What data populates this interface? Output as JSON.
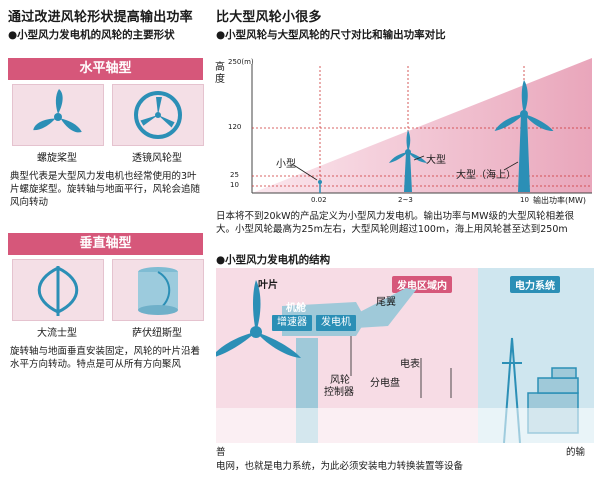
{
  "left": {
    "title": "通过改进风轮形状提高输出功率",
    "subtitle": "●小型风力发电机的风轮的主要形状",
    "horizontal": {
      "banner": "水平轴型",
      "type1": "螺旋桨型",
      "type2": "透镜风轮型",
      "desc": "典型代表是大型风力发电机也经常使用的3叶片螺旋桨型。旋转轴与地面平行，风轮会追随风向转动"
    },
    "vertical": {
      "banner": "垂直轴型",
      "type1": "大流士型",
      "type2": "萨伏纽斯型",
      "desc": "旋转轴与地面垂直安装固定，风轮的叶片沿着水平方向转动。特点是可从所有方向聚风"
    }
  },
  "right": {
    "title": "比大型风轮小很多",
    "subtitle1": "●小型风轮与大型风轮的尺寸对比和输出功率对比",
    "subtitle2": "●小型风力发电机的结构",
    "chart": {
      "ylabel_1": "高",
      "ylabel_2": "度",
      "y_top_label": "250",
      "y_top_unit": "(m)",
      "y_ticks": [
        "120",
        "25",
        "10"
      ],
      "x_ticks": [
        "0.02",
        "2~3",
        "10"
      ],
      "x_unit": "输出功率",
      "x_unit_suffix": "(MW)",
      "small_label": "小型",
      "large_label": "大型",
      "offshore_label": "大型（海上）"
    },
    "paragraph": "日本将不到20kW的产品定义为小型风力发电机。输出功率与MW级的大型风轮相差很大。小型风轮最高为25m左右，大型风轮则超过100m，海上用风轮甚至达到250m",
    "structure": {
      "blade": "叶片",
      "nacelle": "机舱",
      "gearbox": "增速器",
      "generator": "发电机",
      "tail": "尾翼",
      "gen_area": "发电区域内",
      "power_system": "电力系统",
      "controller_1": "风轮",
      "controller_2": "控制器",
      "panel": "分电盘",
      "meter": "电表"
    },
    "footer_1": "普",
    "footer_2": "的输",
    "footer_3": "电网，也就是电力系统，为此必须安装电力转换装置等设备"
  },
  "colors": {
    "accent": "#d6577a",
    "blue": "#2b8fb6",
    "pink_bg": "#f4dfe6"
  }
}
